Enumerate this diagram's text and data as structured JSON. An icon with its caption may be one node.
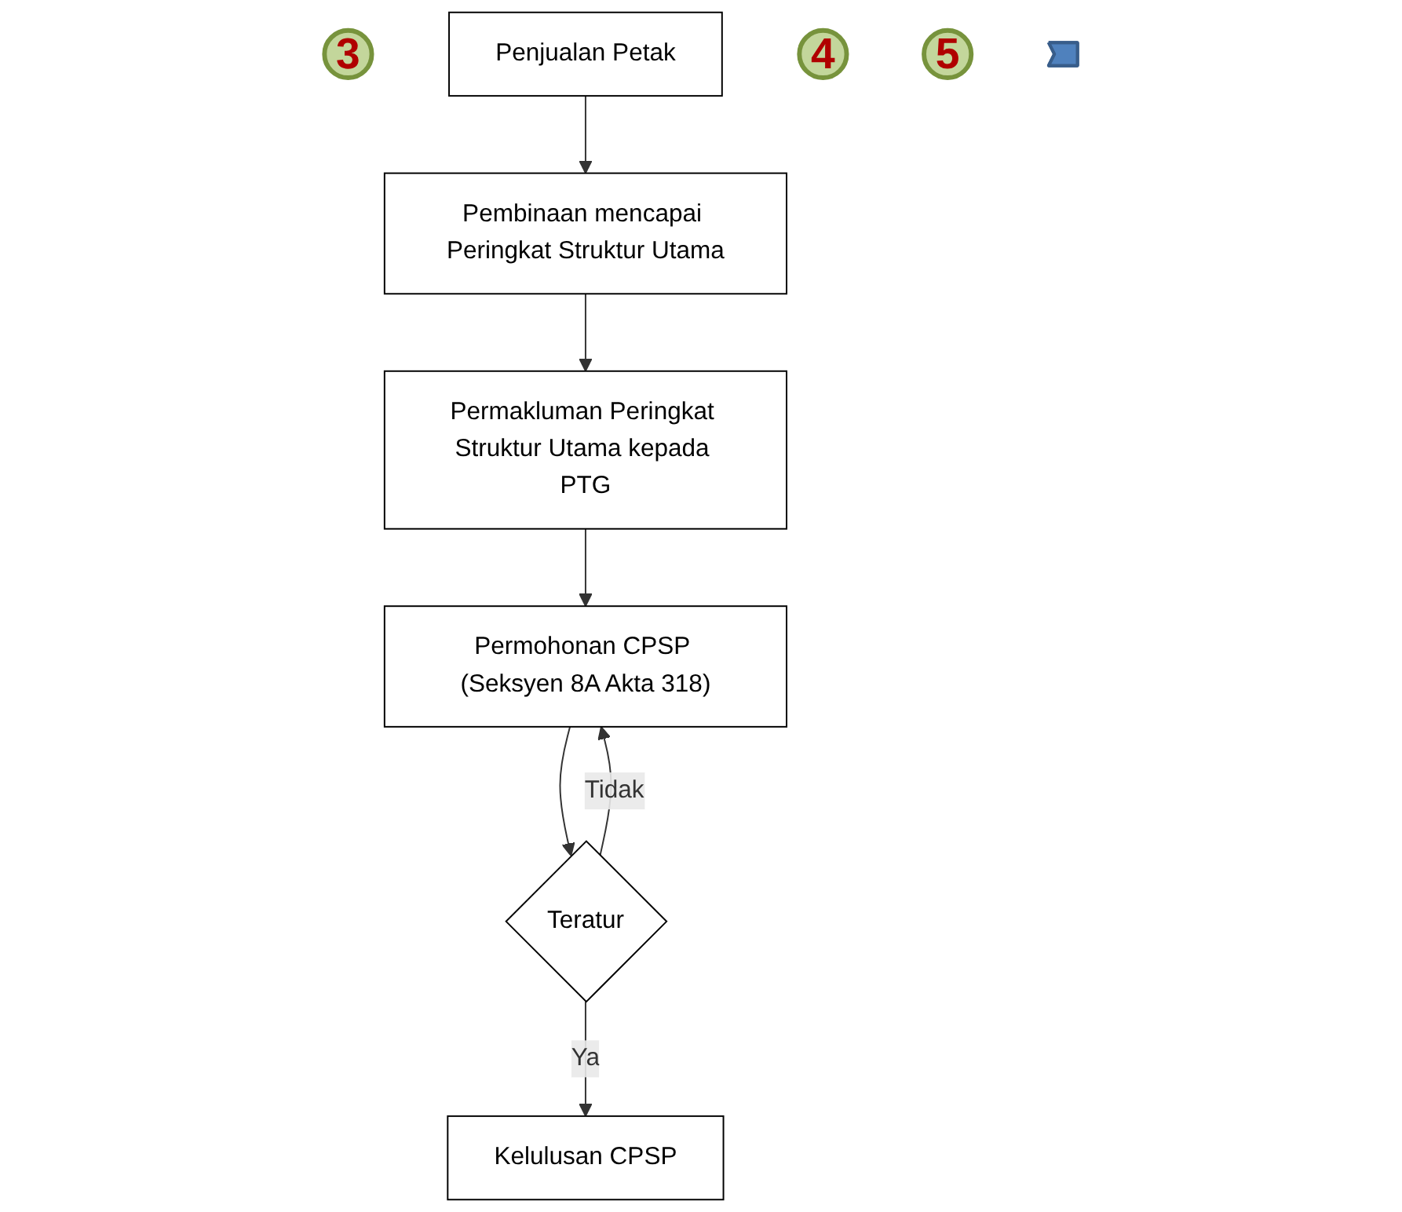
{
  "diagram": {
    "nodes": [
      {
        "text": [
          "3"
        ]
      },
      {
        "text": [
          "Penjualan Petak"
        ]
      },
      {
        "text": [
          "Pembinaan mencapai Peringkat Struktur Utama"
        ]
      },
      {
        "text": [
          "4"
        ]
      },
      {
        "text": [
          "Permakluman Peringkat Struktur Utama kepada PTG"
        ]
      },
      {
        "text": [
          "5"
        ]
      },
      {
        "text": [],
        "shape": "arrow"
      },
      {
        "text": [
          "Permohonan CPSP (Seksyen 8A Akta 318)"
        ]
      },
      {
        "text": [
          "Teratur"
        ]
      },
      {
        "text": [
          "Kelulusan CPSP"
        ]
      }
    ],
    "edges": [
      {
        "from": 1,
        "to": 2,
        "arrow": "to"
      },
      {
        "from": 2,
        "to": 4,
        "arrow": "to"
      },
      {
        "from": 4,
        "to": 7,
        "arrow": "to"
      },
      {
        "from": 7,
        "to": 8,
        "arrow": "to"
      },
      {
        "from": 8,
        "to": 9,
        "label": "Ya",
        "arrow": "to"
      },
      {
        "from": 8,
        "to": 7,
        "label": "Tidak",
        "arrow": "to"
      }
    ]
  }
}
